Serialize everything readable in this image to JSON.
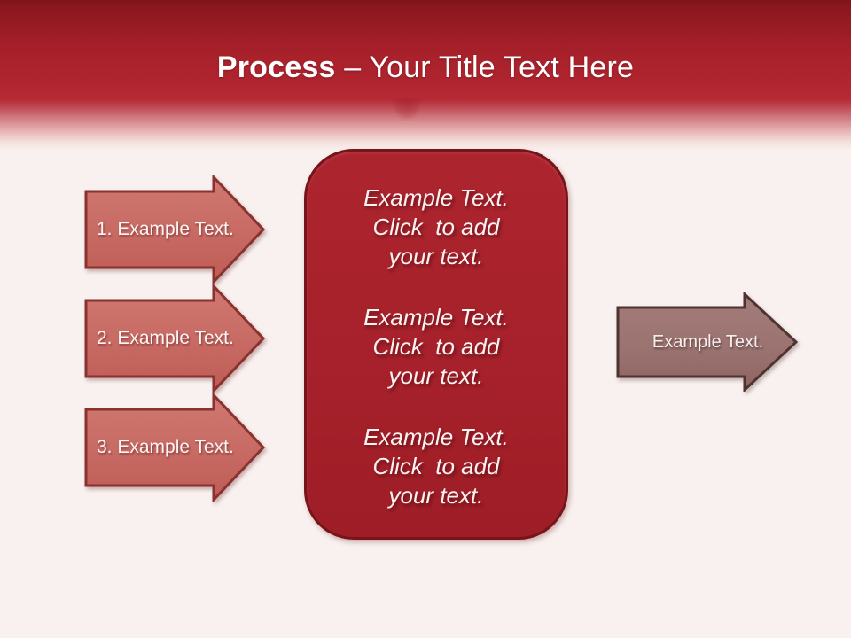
{
  "title": {
    "bold": "Process",
    "rest": " – Your Title Text Here"
  },
  "left_arrows": [
    {
      "label": "1. Example Text."
    },
    {
      "label": "2. Example Text."
    },
    {
      "label": "3. Example Text."
    }
  ],
  "center_panel": {
    "blocks": [
      "Example Text.\nClick  to add\nyour text.",
      "Example Text.\nClick  to add\nyour text.",
      "Example Text.\nClick  to add\nyour text."
    ]
  },
  "right_arrow": {
    "label": "Example Text."
  },
  "colors": {
    "header_top": "#7D131A",
    "header_red": "#B0252F",
    "background": "#F9F1EF",
    "left_arrow_fill": "#C76A63",
    "left_arrow_border": "#8A3230",
    "panel_fill": "#A6212B",
    "panel_border": "#76141A",
    "right_arrow_fill": "#9B7471",
    "right_arrow_border": "#4E3331",
    "text": "#FCF5F4"
  }
}
